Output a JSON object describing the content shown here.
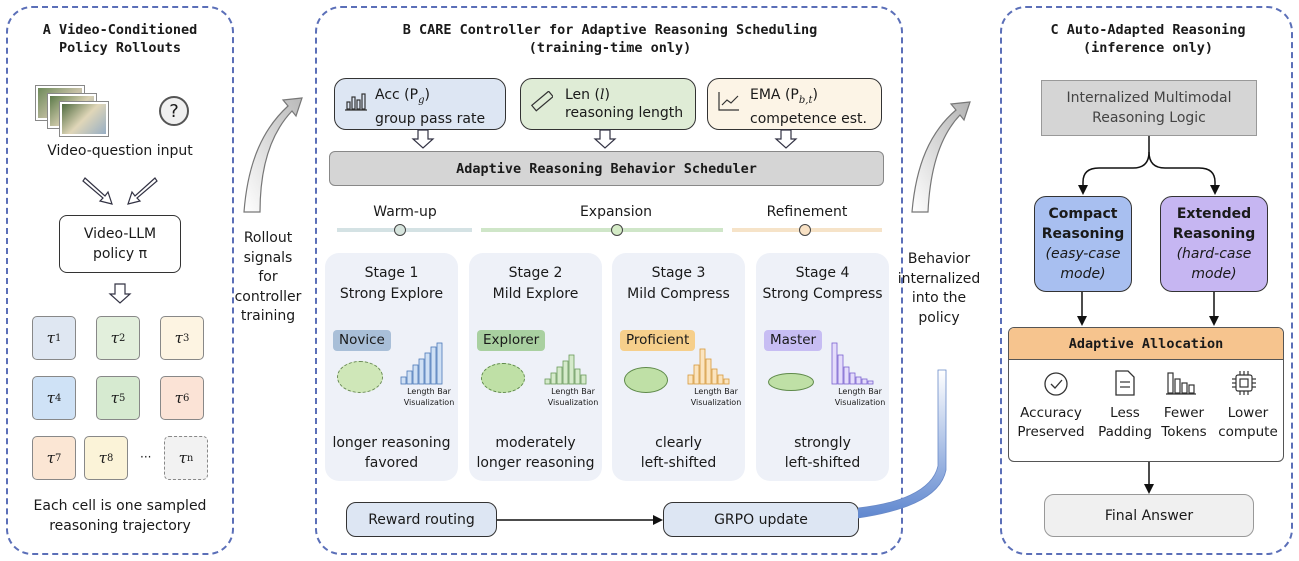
{
  "panel_a": {
    "title_line1": "A Video-Conditioned",
    "title_line2": "Policy Rollouts",
    "input_label": "Video-question input",
    "question_glyph": "?",
    "llm_line1": "Video-LLM",
    "llm_line2": "policy π",
    "cells": [
      "τ",
      "τ",
      "τ",
      "τ",
      "τ",
      "τ",
      "τ",
      "τ",
      "τ"
    ],
    "cell_subs": [
      "1",
      "2",
      "3",
      "4",
      "5",
      "6",
      "7",
      "8",
      "n"
    ],
    "ellipsis": "···",
    "caption_line1": "Each cell is one sampled",
    "caption_line2": "reasoning trajectory"
  },
  "arrow_ab": {
    "l1": "Rollout",
    "l2": "signals",
    "l3": "for",
    "l4": "controller",
    "l5": "training"
  },
  "panel_b": {
    "title_line1": "B  CARE Controller for Adaptive Reasoning Scheduling",
    "title_line2": "(training-time only)",
    "acc_l1": "Acc (P",
    "acc_sub": "g",
    "acc_close": ")",
    "acc_l2": "group pass rate",
    "len_l1": "Len (",
    "len_var": "l",
    "len_close": ")",
    "len_l2": "reasoning length",
    "ema_l1": "EMA (P",
    "ema_sub": "b,t",
    "ema_close": ")",
    "ema_l2": "competence est.",
    "scheduler": "Adaptive Reasoning Behavior Scheduler",
    "phases": [
      "Warm-up",
      "Expansion",
      "Refinement"
    ],
    "stages": [
      {
        "name": "Stage 1",
        "mode": "Strong Explore",
        "badge": "Novice",
        "foot1": "longer reasoning",
        "foot2": "favored"
      },
      {
        "name": "Stage 2",
        "mode": "Mild Explore",
        "badge": "Explorer",
        "foot1": "moderately",
        "foot2": "longer reasoning"
      },
      {
        "name": "Stage 3",
        "mode": "Mild Compress",
        "badge": "Proficient",
        "foot1": "clearly",
        "foot2": "left-shifted"
      },
      {
        "name": "Stage 4",
        "mode": "Strong Compress",
        "badge": "Master",
        "foot1": "strongly",
        "foot2": "left-shifted"
      }
    ],
    "length_bar_l1": "Length Bar",
    "length_bar_l2": "Visualization",
    "reward_routing": "Reward routing",
    "grpo_update": "GRPO update"
  },
  "arrow_bc": {
    "l1": "Behavior",
    "l2": "internalized",
    "l3": "into the",
    "l4": "policy"
  },
  "panel_c": {
    "title_line1": "C Auto-Adapted Reasoning",
    "title_line2": "(inference only)",
    "logic_l1": "Internalized Multimodal",
    "logic_l2": "Reasoning Logic",
    "compact_l1": "Compact",
    "compact_l2": "Reasoning",
    "compact_l3": "(easy-case",
    "compact_l4": "mode)",
    "extended_l1": "Extended",
    "extended_l2": "Reasoning",
    "extended_l3": "(hard-case",
    "extended_l4": "mode)",
    "allocation": "Adaptive Allocation",
    "benefits": [
      {
        "l1": "Accuracy",
        "l2": "Preserved",
        "icon": "check-circle-icon"
      },
      {
        "l1": "Less",
        "l2": "Padding",
        "icon": "document-icon"
      },
      {
        "l1": "Fewer",
        "l2": "Tokens",
        "icon": "bar-icon"
      },
      {
        "l1": "Lower",
        "l2": "compute",
        "icon": "chip-icon"
      }
    ],
    "final_answer": "Final Answer"
  },
  "colors": {
    "panel_border": "#5b6fb8",
    "acc_fill": "#dde6f3",
    "len_fill": "#dfecd6",
    "ema_fill": "#fcf4e6",
    "scheduler_fill": "#d5d5d5",
    "stage_fill": "#eef1f8",
    "novice": "#a9bfd8",
    "explorer": "#a9d0a0",
    "proficient": "#f6cf8b",
    "master": "#c7bdf3",
    "compact": "#a8bff0",
    "extended": "#c6b6f2",
    "allocation": "#f6c48e"
  }
}
